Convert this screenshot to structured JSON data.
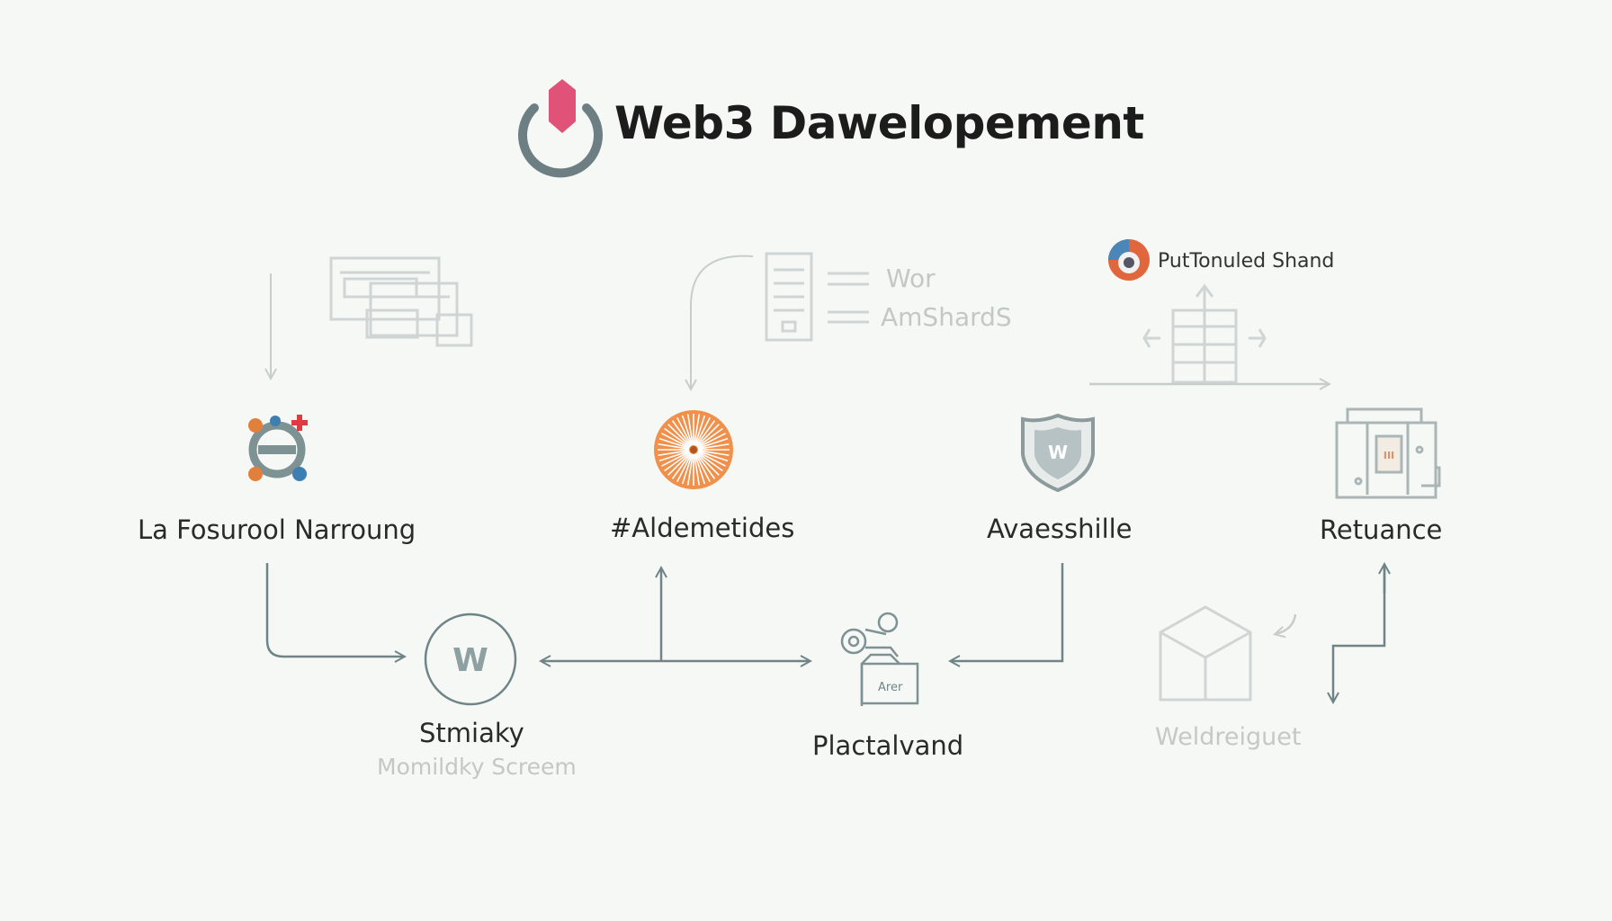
{
  "header": {
    "title": "Web3 Dawelopement"
  },
  "nodes": {
    "n1": {
      "label": "La Fosurool Narroung"
    },
    "n2": {
      "label": "#Aldemetides"
    },
    "n3": {
      "label": "Avaesshille"
    },
    "n4": {
      "label": "Retuance"
    },
    "n5": {
      "label": "Stmiaky",
      "sublabel": "Momildky Screem"
    },
    "n6": {
      "label": "Plactalvand",
      "badge": "Arer"
    },
    "n7": {
      "label": "Weldreiguet"
    }
  },
  "top_items": {
    "doc_lines": [
      "Wor",
      "AmShardS"
    ],
    "brand_label": "PutTonuled Shand"
  },
  "icons": {
    "logo": "power-logo-icon",
    "n1": "gear-puzzle-icon",
    "n2": "orange-starburst-icon",
    "n3": "shield-icon",
    "n4": "circuit-board-icon",
    "n5": "circle-w-icon",
    "n6": "gear-folder-icon",
    "n7": "cube-icon"
  },
  "colors": {
    "accent": "#e05277",
    "orange": "#f0904a",
    "line": "#6f8487",
    "faded_line": "#c6cdcc"
  }
}
